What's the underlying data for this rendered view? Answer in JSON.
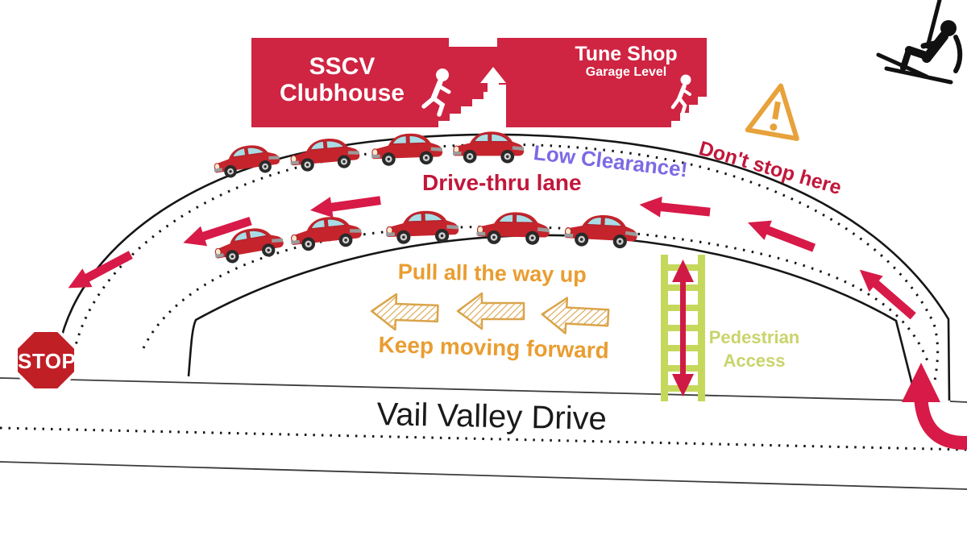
{
  "banner": {
    "clubhouse_line1": "SSCV",
    "clubhouse_line2": "Clubhouse",
    "tune_shop": "Tune Shop",
    "garage_level": "Garage Level"
  },
  "annotations": {
    "dont_stop": "Don't stop here",
    "low_clearance": "Low Clearance!",
    "drive_thru": "Drive-thru lane",
    "pull_up": "Pull all the way up",
    "keep_moving": "Keep moving forward",
    "pedestrian_line1": "Pedestrian",
    "pedestrian_line2": "Access",
    "street_name": "Vail Valley Drive",
    "stop": "STOP"
  },
  "colors": {
    "banner_red": "#CF2442",
    "text_crimson": "#C1173B",
    "arrow_red": "#D71A47",
    "orange_text": "#E99D31",
    "hatch_orange": "#DAA44A",
    "purple": "#7C6AE4",
    "ladder_green": "#C6D85C",
    "pedestrian_text_green": "#C9D46A",
    "stop_sign_red": "#C01F26",
    "car_red": "#C5242C",
    "car_window_blue": "#A9DCE5",
    "road_line_black": "#161616"
  },
  "icons": {
    "chairlift-icon": "skier riding chairlift",
    "warning-triangle-icon": "orange warning triangle with exclamation mark",
    "stairs-up-icon": "person climbing stairs with up arrow",
    "stairs-down-icon": "person walking down stairs",
    "pedestrian-crossing-ladder": "green ladder crosswalk with two-way red arrow",
    "car-icon": "red cartoon car facing left",
    "lane-arrow-icon": "solid red arrow showing traffic direction",
    "forward-arrow-icon": "orange hatched arrow pointing forward",
    "stop-sign": "red octagon STOP sign",
    "entrance-arrow-icon": "curved red arrow entering drive-thru"
  },
  "diagram": {
    "cars": 9,
    "lane_arrows": 6,
    "forward_arrows": 3,
    "ladder_rungs": 7
  }
}
